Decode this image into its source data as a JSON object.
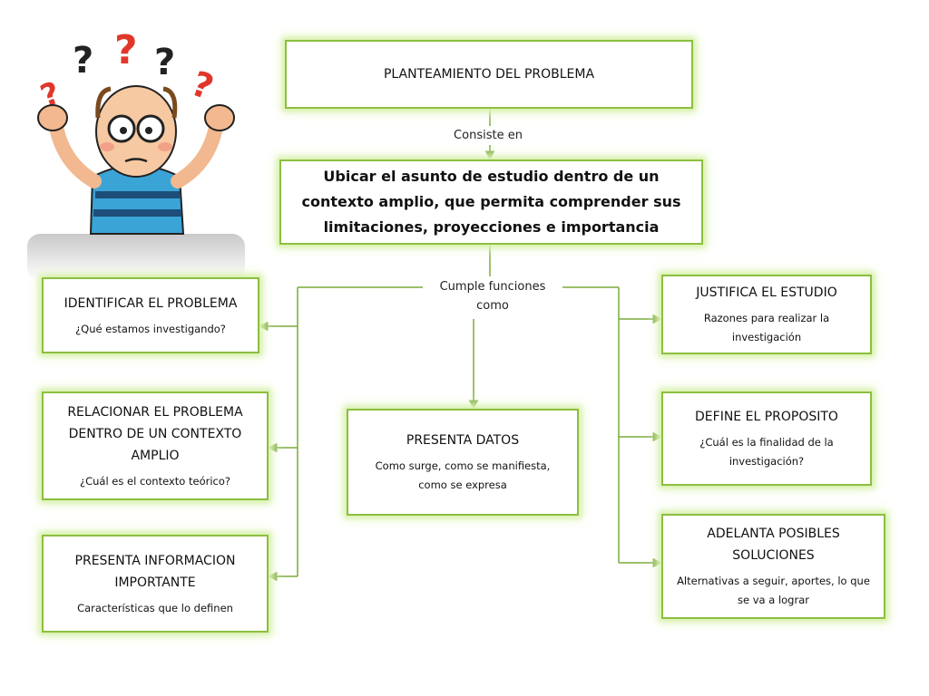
{
  "diagram": {
    "title": "PLANTEAMIENTO DEL PROBLEMA",
    "edge_consiste": "Consiste en",
    "definition": "Ubicar el asunto de estudio dentro de un contexto amplio, que permita comprender sus limitaciones, proyecciones e importancia",
    "edge_funciones": "Cumple funciones como",
    "functions": [
      {
        "title": "IDENTIFICAR EL PROBLEMA",
        "desc": "¿Qué estamos investigando?"
      },
      {
        "title": "RELACIONAR EL PROBLEMA DENTRO DE UN CONTEXTO AMPLIO",
        "desc": "¿Cuál es el contexto teórico?"
      },
      {
        "title": "PRESENTA INFORMACION IMPORTANTE",
        "desc": "Características que lo definen"
      },
      {
        "title": "PRESENTA DATOS",
        "desc": "Como surge, como se manifiesta, como se expresa"
      },
      {
        "title": "JUSTIFICA EL ESTUDIO",
        "desc": "Razones para realizar la investigación"
      },
      {
        "title": "DEFINE EL PROPOSITO",
        "desc": "¿Cuál es la finalidad de la investigación?"
      },
      {
        "title": "ADELANTA POSIBLES SOLUCIONES",
        "desc": "Alternativas a seguir, aportes, lo que se va a lograr"
      }
    ]
  },
  "colors": {
    "border": "#8cbf3f",
    "glow": "#d6f0a8",
    "connector": "#7aab3a"
  },
  "illustration": {
    "icon": "confused-person-icon",
    "marks": [
      "?",
      "?",
      "?",
      "?"
    ]
  }
}
